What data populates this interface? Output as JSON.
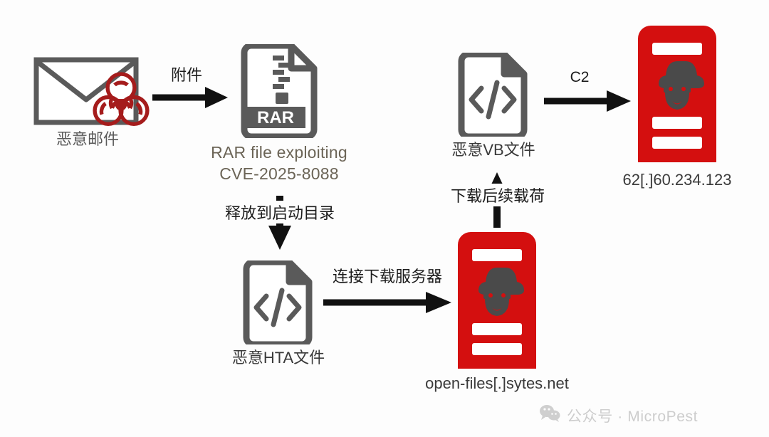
{
  "diagram": {
    "title": "Malicious email attack chain",
    "colors": {
      "icon_gray": "#5a5a5a",
      "server_red": "#d40f0f",
      "biohazard_red": "#a51c1c",
      "arrow_black": "#111111",
      "caption_brown": "#6b6456",
      "watermark_gray": "#cfcfcf"
    },
    "nodes": [
      {
        "id": "malicious-email",
        "icon": "envelope-icon",
        "badge_icon": "biohazard-icon",
        "label": "恶意邮件"
      },
      {
        "id": "rar-file",
        "icon": "rar-file-icon",
        "icon_text": "RAR",
        "label_line1": "RAR file exploiting",
        "label_line2": "CVE-2025-8088"
      },
      {
        "id": "malicious-vb-file",
        "icon": "code-file-icon",
        "icon_text": "</>",
        "label": "恶意VB文件"
      },
      {
        "id": "c2-server",
        "icon": "hacker-server-icon",
        "label": "62[.]60.234.123"
      },
      {
        "id": "malicious-hta-file",
        "icon": "code-file-icon",
        "icon_text": "</>",
        "label": "恶意HTA文件"
      },
      {
        "id": "download-server",
        "icon": "hacker-server-icon",
        "label": "open-files[.]sytes.net"
      }
    ],
    "edges": [
      {
        "id": "email-to-rar",
        "label": "附件",
        "from": "malicious-email",
        "to": "rar-file",
        "direction": "right",
        "style": "solid"
      },
      {
        "id": "rar-to-hta",
        "label": "释放到启动目录",
        "from": "rar-file",
        "to": "malicious-hta-file",
        "direction": "down",
        "style": "solid"
      },
      {
        "id": "hta-to-download-server",
        "label": "连接下载服务器",
        "from": "malicious-hta-file",
        "to": "download-server",
        "direction": "right",
        "style": "solid"
      },
      {
        "id": "download-server-to-vb",
        "label": "下载后续载荷",
        "from": "download-server",
        "to": "malicious-vb-file",
        "direction": "up",
        "style": "solid"
      },
      {
        "id": "vb-to-c2",
        "label": "C2",
        "from": "malicious-vb-file",
        "to": "c2-server",
        "direction": "right",
        "style": "solid"
      }
    ]
  },
  "watermark": {
    "icon": "wechat-icon",
    "text": "公众号 · MicroPest"
  }
}
